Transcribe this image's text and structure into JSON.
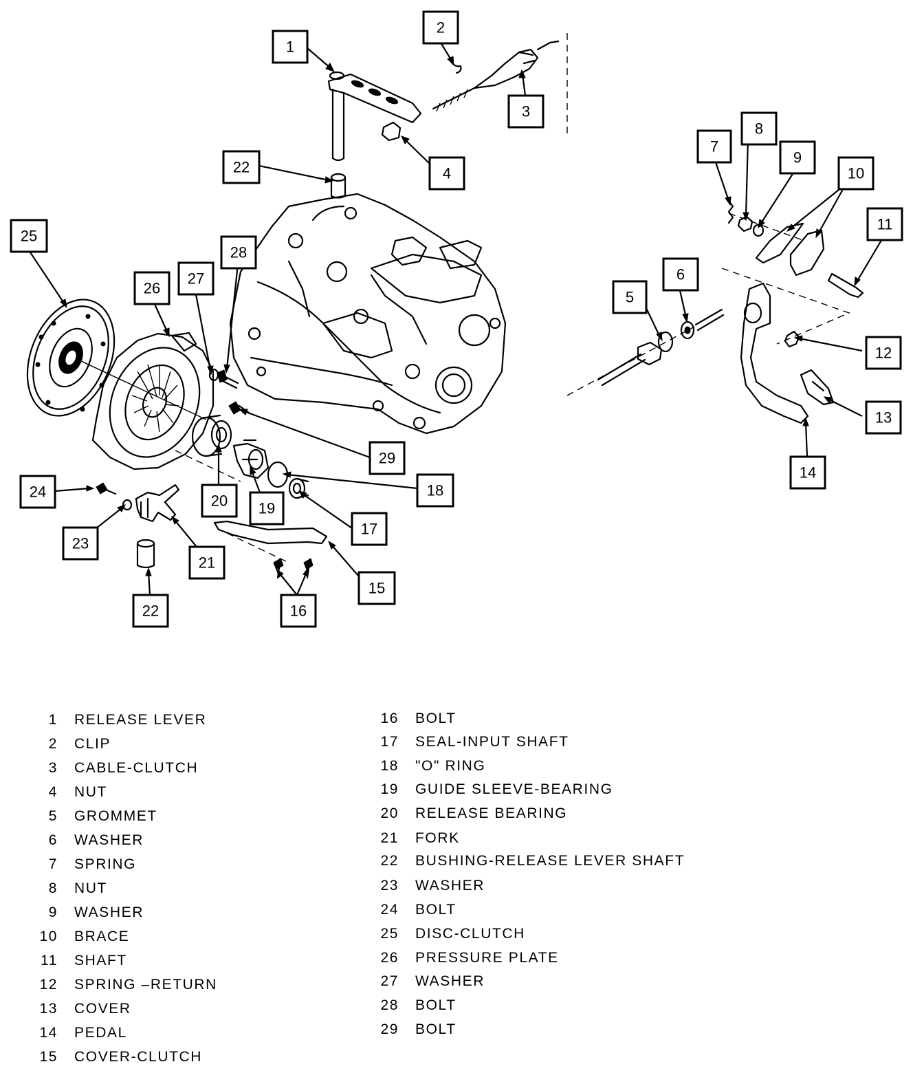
{
  "callouts": [
    "1",
    "2",
    "3",
    "4",
    "5",
    "6",
    "7",
    "8",
    "9",
    "10",
    "11",
    "12",
    "13",
    "14",
    "15",
    "16",
    "17",
    "18",
    "19",
    "20",
    "21",
    "22",
    "22",
    "23",
    "24",
    "25",
    "26",
    "27",
    "28",
    "29"
  ],
  "legend": [
    {
      "num": "1",
      "label": "RELEASE LEVER"
    },
    {
      "num": "2",
      "label": "CLIP"
    },
    {
      "num": "3",
      "label": "CABLE-CLUTCH"
    },
    {
      "num": "4",
      "label": "NUT"
    },
    {
      "num": "5",
      "label": "GROMMET"
    },
    {
      "num": "6",
      "label": "WASHER"
    },
    {
      "num": "7",
      "label": "SPRING"
    },
    {
      "num": "8",
      "label": "NUT"
    },
    {
      "num": "9",
      "label": "WASHER"
    },
    {
      "num": "10",
      "label": "BRACE"
    },
    {
      "num": "11",
      "label": "SHAFT"
    },
    {
      "num": "12",
      "label": "SPRING –RETURN"
    },
    {
      "num": "13",
      "label": "COVER"
    },
    {
      "num": "14",
      "label": "PEDAL"
    },
    {
      "num": "15",
      "label": "COVER-CLUTCH"
    },
    {
      "num": "16",
      "label": "BOLT"
    },
    {
      "num": "17",
      "label": "SEAL-INPUT SHAFT"
    },
    {
      "num": "18",
      "label": "\"O\" RING"
    },
    {
      "num": "19",
      "label": "GUIDE SLEEVE-BEARING"
    },
    {
      "num": "20",
      "label": "RELEASE BEARING"
    },
    {
      "num": "21",
      "label": "FORK"
    },
    {
      "num": "22",
      "label": "BUSHING-RELEASE LEVER SHAFT"
    },
    {
      "num": "23",
      "label": "WASHER"
    },
    {
      "num": "24",
      "label": "BOLT"
    },
    {
      "num": "25",
      "label": "DISC-CLUTCH"
    },
    {
      "num": "26",
      "label": "PRESSURE PLATE"
    },
    {
      "num": "27",
      "label": "WASHER"
    },
    {
      "num": "28",
      "label": "BOLT"
    },
    {
      "num": "29",
      "label": "BOLT"
    }
  ]
}
